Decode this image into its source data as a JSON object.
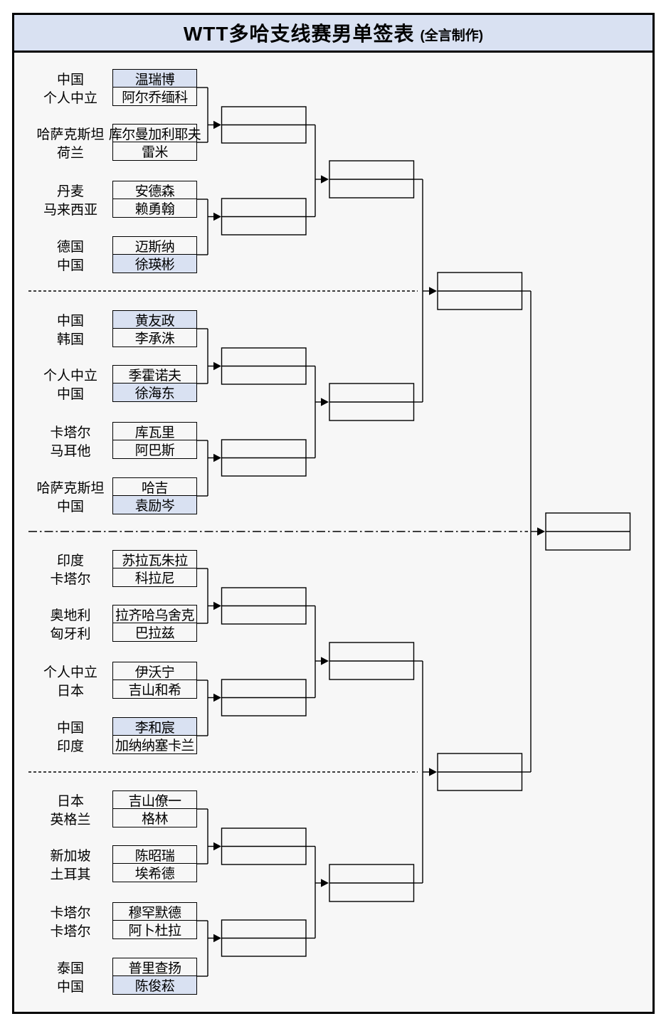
{
  "title": {
    "main": "WTT多哈支线赛男单签表",
    "credit": "(全言制作)"
  },
  "colors": {
    "highlight": "#D9E1F2",
    "panel_bg": "#F7F7F7",
    "outer_bg": "#FFFFFF",
    "line": "#000000"
  },
  "sections": [
    {
      "players": [
        {
          "country": "中国",
          "name": "温瑞博",
          "highlight": true
        },
        {
          "country": "个人中立",
          "name": "阿尔乔缅科",
          "highlight": false
        },
        {
          "country": "哈萨克斯坦",
          "name": "库尔曼加利耶夫",
          "highlight": false
        },
        {
          "country": "荷兰",
          "name": "雷米",
          "highlight": false
        },
        {
          "country": "丹麦",
          "name": "安德森",
          "highlight": false
        },
        {
          "country": "马来西亚",
          "name": "赖勇翰",
          "highlight": false
        },
        {
          "country": "德国",
          "name": "迈斯纳",
          "highlight": false
        },
        {
          "country": "中国",
          "name": "徐瑛彬",
          "highlight": true
        }
      ]
    },
    {
      "players": [
        {
          "country": "中国",
          "name": "黄友政",
          "highlight": true
        },
        {
          "country": "韩国",
          "name": "李承洙",
          "highlight": false
        },
        {
          "country": "个人中立",
          "name": "季霍诺夫",
          "highlight": false
        },
        {
          "country": "中国",
          "name": "徐海东",
          "highlight": true
        },
        {
          "country": "卡塔尔",
          "name": "库瓦里",
          "highlight": false
        },
        {
          "country": "马耳他",
          "name": "阿巴斯",
          "highlight": false
        },
        {
          "country": "哈萨克斯坦",
          "name": "哈吉",
          "highlight": false
        },
        {
          "country": "中国",
          "name": "袁励岑",
          "highlight": true
        }
      ]
    },
    {
      "players": [
        {
          "country": "印度",
          "name": "苏拉瓦朱拉",
          "highlight": false
        },
        {
          "country": "卡塔尔",
          "name": "科拉尼",
          "highlight": false
        },
        {
          "country": "奥地利",
          "name": "拉齐哈乌舍克",
          "highlight": false
        },
        {
          "country": "匈牙利",
          "name": "巴拉兹",
          "highlight": false
        },
        {
          "country": "个人中立",
          "name": "伊沃宁",
          "highlight": false
        },
        {
          "country": "日本",
          "name": "吉山和希",
          "highlight": false
        },
        {
          "country": "中国",
          "name": "李和宸",
          "highlight": true
        },
        {
          "country": "印度",
          "name": "加纳纳塞卡兰",
          "highlight": false
        }
      ]
    },
    {
      "players": [
        {
          "country": "日本",
          "name": "吉山僚一",
          "highlight": false
        },
        {
          "country": "英格兰",
          "name": "格林",
          "highlight": false
        },
        {
          "country": "新加坡",
          "name": "陈昭瑞",
          "highlight": false
        },
        {
          "country": "土耳其",
          "name": "埃希德",
          "highlight": false
        },
        {
          "country": "卡塔尔",
          "name": "穆罕默德",
          "highlight": false
        },
        {
          "country": "卡塔尔",
          "name": "阿卜杜拉",
          "highlight": false
        },
        {
          "country": "泰国",
          "name": "普里查扬",
          "highlight": false
        },
        {
          "country": "中国",
          "name": "陈俊菘",
          "highlight": true
        }
      ]
    }
  ]
}
